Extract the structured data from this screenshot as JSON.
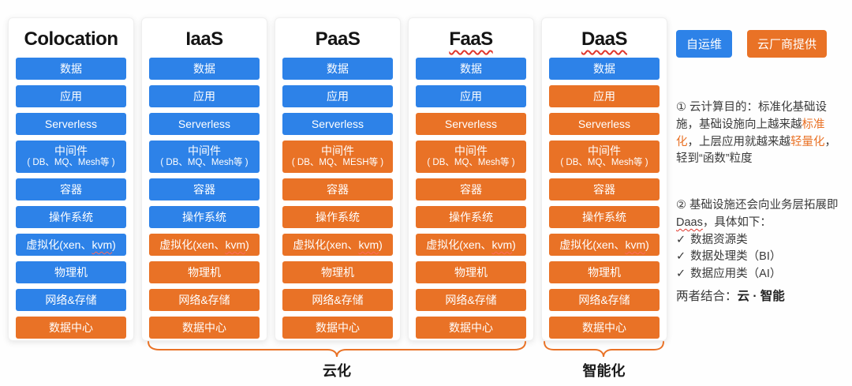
{
  "palette": {
    "blue": "#2D82E8",
    "orange": "#E97226",
    "wavy_red": "#E0362C",
    "text": "#3A3A3A"
  },
  "legend": [
    {
      "label": "自运维",
      "color": "blue"
    },
    {
      "label": "云厂商提供",
      "color": "orange"
    }
  ],
  "columns": [
    {
      "title": "Colocation",
      "title_wavy": false,
      "blocks": [
        {
          "label": "数据",
          "color": "blue"
        },
        {
          "label": "应用",
          "color": "blue"
        },
        {
          "label": "Serverless",
          "color": "blue"
        },
        {
          "label": "中间件",
          "sub": "( DB、MQ、Mesh等 )",
          "color": "blue"
        },
        {
          "label": "容器",
          "color": "blue"
        },
        {
          "label": "操作系统",
          "color": "blue"
        },
        {
          "label": "虚拟化(xen、kvm)",
          "wavy": "kvm",
          "color": "blue"
        },
        {
          "label": "物理机",
          "color": "blue"
        },
        {
          "label": "网络&存储",
          "color": "blue"
        },
        {
          "label": "数据中心",
          "color": "orange"
        }
      ]
    },
    {
      "title": "IaaS",
      "title_wavy": false,
      "blocks": [
        {
          "label": "数据",
          "color": "blue"
        },
        {
          "label": "应用",
          "color": "blue"
        },
        {
          "label": "Serverless",
          "color": "blue"
        },
        {
          "label": "中间件",
          "sub": "( DB、MQ、Mesh等 )",
          "color": "blue"
        },
        {
          "label": "容器",
          "color": "blue"
        },
        {
          "label": "操作系统",
          "color": "blue"
        },
        {
          "label": "虚拟化(xen、kvm)",
          "wavy": "kvm",
          "color": "orange"
        },
        {
          "label": "物理机",
          "color": "orange"
        },
        {
          "label": "网络&存储",
          "color": "orange"
        },
        {
          "label": "数据中心",
          "color": "orange"
        }
      ]
    },
    {
      "title": "PaaS",
      "title_wavy": false,
      "blocks": [
        {
          "label": "数据",
          "color": "blue"
        },
        {
          "label": "应用",
          "color": "blue"
        },
        {
          "label": "Serverless",
          "color": "blue"
        },
        {
          "label": "中间件",
          "sub": "( DB、MQ、MESH等 )",
          "color": "orange"
        },
        {
          "label": "容器",
          "color": "orange"
        },
        {
          "label": "操作系统",
          "color": "orange"
        },
        {
          "label": "虚拟化(xen、kvm)",
          "wavy": "kvm",
          "color": "orange"
        },
        {
          "label": "物理机",
          "color": "orange"
        },
        {
          "label": "网络&存储",
          "color": "orange"
        },
        {
          "label": "数据中心",
          "color": "orange"
        }
      ]
    },
    {
      "title": "FaaS",
      "title_wavy": true,
      "blocks": [
        {
          "label": "数据",
          "color": "blue"
        },
        {
          "label": "应用",
          "color": "blue"
        },
        {
          "label": "Serverless",
          "color": "orange"
        },
        {
          "label": "中间件",
          "sub": "( DB、MQ、Mesh等 )",
          "color": "orange"
        },
        {
          "label": "容器",
          "color": "orange"
        },
        {
          "label": "操作系统",
          "color": "orange"
        },
        {
          "label": "虚拟化(xen、kvm)",
          "wavy": "kvm",
          "color": "orange"
        },
        {
          "label": "物理机",
          "color": "orange"
        },
        {
          "label": "网络&存储",
          "color": "orange"
        },
        {
          "label": "数据中心",
          "color": "orange"
        }
      ]
    },
    {
      "title": "DaaS",
      "title_wavy": true,
      "blocks": [
        {
          "label": "数据",
          "color": "blue"
        },
        {
          "label": "应用",
          "color": "orange"
        },
        {
          "label": "Serverless",
          "color": "orange"
        },
        {
          "label": "中间件",
          "sub": "( DB、MQ、Mesh等 )",
          "color": "orange"
        },
        {
          "label": "容器",
          "color": "orange"
        },
        {
          "label": "操作系统",
          "color": "orange"
        },
        {
          "label": "虚拟化(xen、kvm)",
          "wavy": "kvm",
          "color": "orange"
        },
        {
          "label": "物理机",
          "color": "orange"
        },
        {
          "label": "网络&存储",
          "color": "orange"
        },
        {
          "label": "数据中心",
          "color": "orange"
        }
      ]
    }
  ],
  "notes": {
    "note1": {
      "segments": [
        {
          "text": "① 云计算目的：标准化基础设施，基础设施向上越来越"
        },
        {
          "text": "标准化",
          "highlight": true
        },
        {
          "text": "，上层应用就越来越"
        },
        {
          "text": "轻量化",
          "highlight": true
        },
        {
          "text": "，轻到“函数”粒度"
        }
      ]
    },
    "note2": {
      "intro_segments": [
        {
          "text": "② 基础设施还会向业务层拓展即"
        },
        {
          "text": "Daas",
          "wavy": true
        },
        {
          "text": "，具体如下："
        }
      ],
      "check": "✓",
      "items": [
        "数据资源类",
        "数据处理类（BI）",
        "数据应用类（AI）"
      ]
    },
    "footer": {
      "prefix": "两者结合：",
      "bold": "云 · 智能"
    }
  },
  "braces": [
    {
      "label": "云化"
    },
    {
      "label": "智能化"
    }
  ]
}
